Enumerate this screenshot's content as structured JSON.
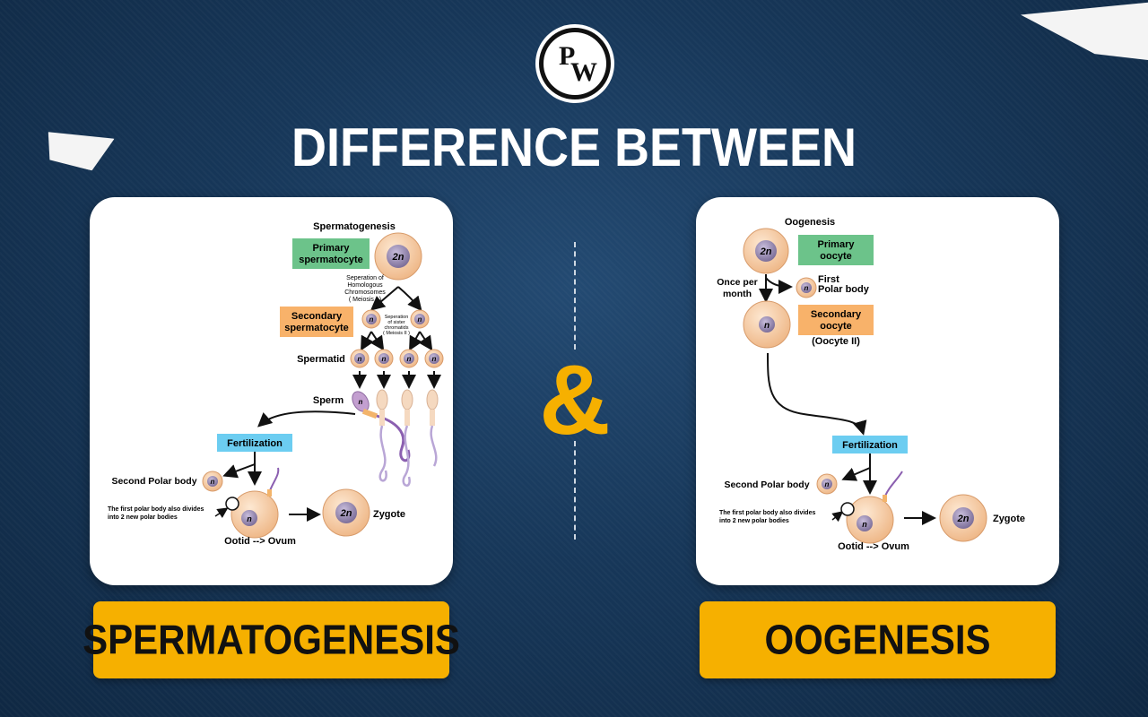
{
  "header": {
    "logo_p": "P",
    "logo_w": "W",
    "title": "DIFFERENCE BETWEEN"
  },
  "ampersand": "&",
  "left": {
    "button_label": "SPERMATOGENESIS",
    "diagram": {
      "title": "Spermatogenesis",
      "primary_label": [
        "Primary",
        "spermatocyte"
      ],
      "secondary_label": [
        "Secondary",
        "spermatocyte"
      ],
      "meiosis1_note": [
        "Seperation of",
        "Homologous",
        "Chromosomes",
        "( Meiosis I )"
      ],
      "meiosis2_note": [
        "Seperation",
        "of sister",
        "chromatids",
        "( Meiosis II )"
      ],
      "spermatid_label": "Spermatid",
      "sperm_label": "Sperm",
      "fertilization_label": "Fertilization",
      "second_polar_label": "Second Polar body",
      "first_polar_note": [
        "The first polar body also divides",
        "into 2 new polar bodies"
      ],
      "ootid_label": "Ootid --> Ovum",
      "zygote_label": "Zygote",
      "diploid": "2n",
      "haploid": "n",
      "colors": {
        "green": "#6cc38a",
        "orange": "#f8b26a",
        "blue": "#6ccdf1",
        "cell": "#f6d0a8",
        "nucleus": "#8c7fa8"
      }
    }
  },
  "right": {
    "button_label": "OOGENESIS",
    "diagram": {
      "title": "Oogenesis",
      "primary_label": [
        "Primary",
        "oocyte"
      ],
      "once_label": [
        "Once per",
        "month"
      ],
      "first_polar_label": [
        "First",
        "Polar body"
      ],
      "secondary_label": [
        "Secondary",
        "oocyte"
      ],
      "oocyte2_label": "(Oocyte II)",
      "fertilization_label": "Fertilization",
      "second_polar_label": "Second Polar body",
      "first_polar_note": [
        "The first polar body also divides",
        "into 2 new polar bodies"
      ],
      "ootid_label": "Ootid --> Ovum",
      "zygote_label": "Zygote",
      "diploid": "2n",
      "haploid": "n"
    }
  }
}
